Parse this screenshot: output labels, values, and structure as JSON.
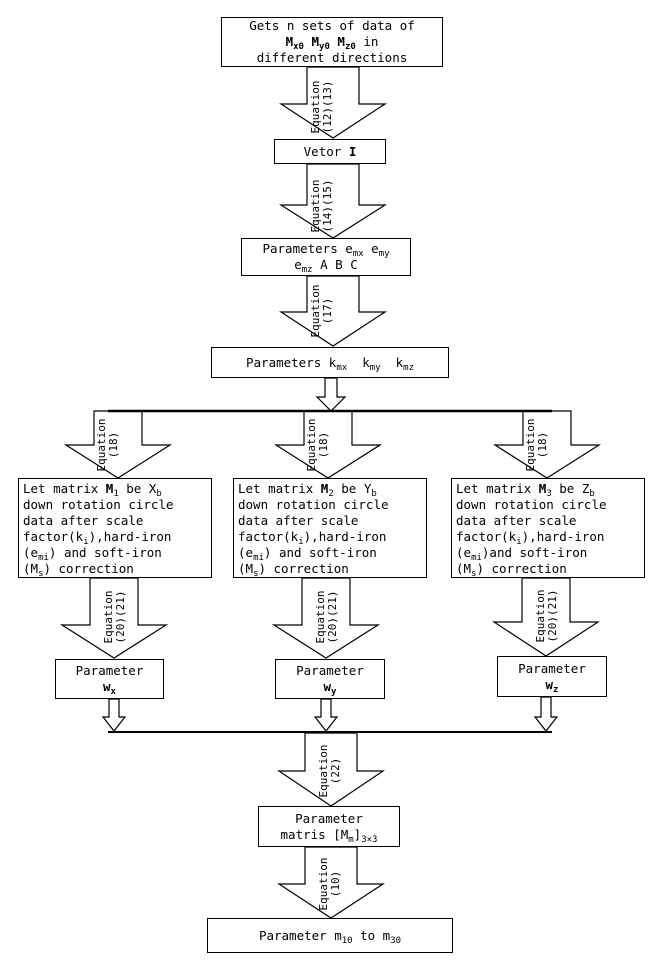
{
  "box1": {
    "line1": "Gets n sets of data of",
    "m": "M",
    "x0": "x0",
    "y0": "y0",
    "z0": "z0",
    "line3": "different directions"
  },
  "box2": {
    "text": "Vetor ",
    "sym": "I"
  },
  "box3": {
    "line1": "Parameters e",
    "s1": "mx",
    "e2": " e",
    "s2": "my",
    "e3": "e",
    "s3": "mz",
    "rest": " A B C"
  },
  "box4": {
    "text": "Parameters k",
    "s1": "mx",
    "k2": "  k",
    "s2": "my",
    "k3": "  k",
    "s3": "mz"
  },
  "left_box": {
    "l1a": "Let matrix ",
    "l1b": "M",
    "l1c": "1",
    "l1d": " be X",
    "l1e": "b",
    "l2": "down rotation circle",
    "l3": "data after scale",
    "l4a": "factor(k",
    "l4b": "i",
    "l4c": "),hard-iron",
    "l5a": "(e",
    "l5b": "mi",
    "l5c": ") and soft-iron",
    "l6a": "(M",
    "l6b": "s",
    "l6c": ") correction"
  },
  "mid_box": {
    "l1a": "Let matrix ",
    "l1b": "M",
    "l1c": "2",
    "l1d": " be Y",
    "l1e": "b",
    "l2": "down rotation circle",
    "l3": "data after scale",
    "l4a": "factor(k",
    "l4b": "i",
    "l4c": "),hard-iron",
    "l5a": "(e",
    "l5b": "mi",
    "l5c": ") and soft-iron",
    "l6a": "(M",
    "l6b": "s",
    "l6c": ") correction"
  },
  "right_box": {
    "l1a": "Let matrix ",
    "l1b": "M",
    "l1c": "3",
    "l1d": " be Z",
    "l1e": "b",
    "l2": "down rotation circle",
    "l3": "data after scale",
    "l4a": "factor(k",
    "l4b": "i",
    "l4c": "),hard-iron",
    "l5a": "(e",
    "l5b": "mi",
    "l5c": ")and soft-iron",
    "l6a": "(M",
    "l6b": "s",
    "l6c": ") correction"
  },
  "param_wx": {
    "label": "Parameter",
    "sym": "w",
    "sub": "x"
  },
  "param_wy": {
    "label": "Parameter",
    "sym": "w",
    "sub": "y"
  },
  "param_wz": {
    "label": "Parameter",
    "sym": "w",
    "sub": "z"
  },
  "box_matrix": {
    "label": "Parameter",
    "l2a": "matris [M",
    "l2b": "m",
    "l2c": "]",
    "l2d": "3×3"
  },
  "box_final": {
    "a": "Parameter m",
    "b": "10",
    "c": " to m",
    "d": "30"
  },
  "eq": {
    "e1a": "Equation",
    "e1b": "(12)(13)",
    "e2a": "Equation",
    "e2b": "(14)(15)",
    "e3a": "Equation",
    "e3b": "(17)",
    "e4a": "Equation",
    "e4b": "(18)",
    "e5a": "Equation",
    "e5b": "(18)",
    "e6a": "Equation",
    "e6b": "(18)",
    "e7a": "Equation",
    "e7b": "(20)(21)",
    "e8a": "Equation",
    "e8b": "(20)(21)",
    "e9a": "Equation",
    "e9b": "(20)(21)",
    "e10a": "Equation",
    "e10b": "(22)",
    "e11a": "Equation",
    "e11b": "(10)"
  }
}
